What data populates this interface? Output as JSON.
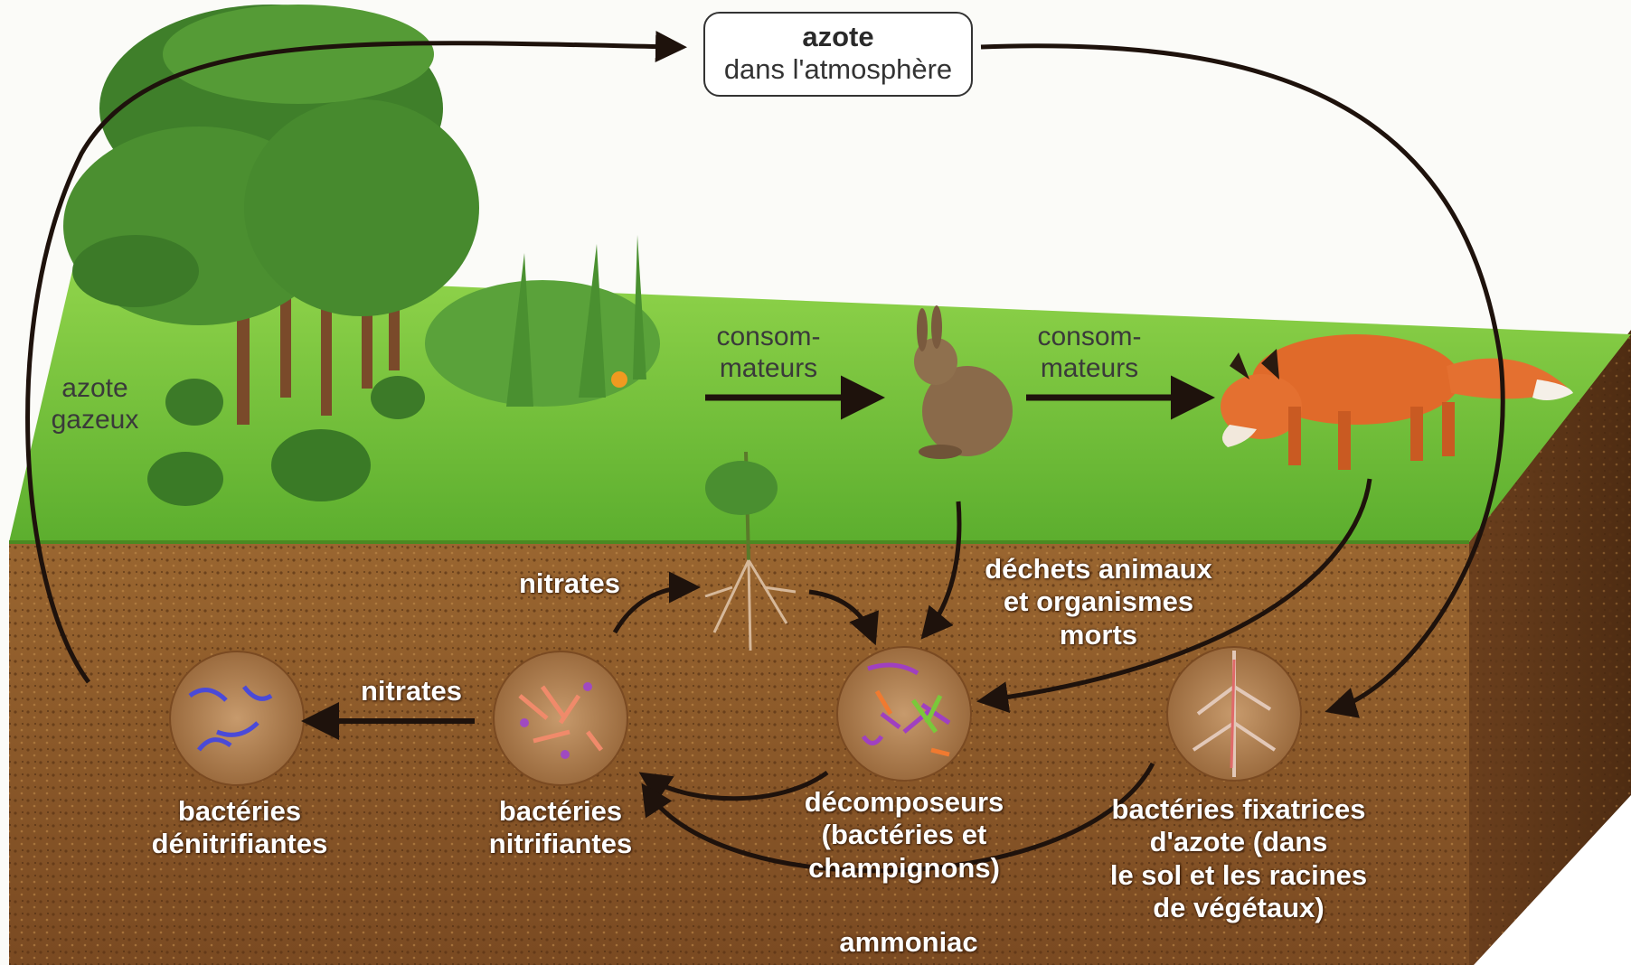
{
  "atmosphere": {
    "line1": "azote",
    "line2": "dans l'atmosphère"
  },
  "labels": {
    "azote_gazeux": [
      "azote",
      "gazeux"
    ],
    "consommateurs_1": [
      "consom-",
      "mateurs"
    ],
    "consommateurs_2": [
      "consom-",
      "mateurs"
    ],
    "nitrates_top": "nitrates",
    "nitrates_left": "nitrates",
    "dechets": [
      "déchets animaux",
      "et organismes",
      "morts"
    ],
    "denitrifiantes": [
      "bactéries",
      "dénitrifiantes"
    ],
    "nitrifiantes": [
      "bactéries",
      "nitrifiantes"
    ],
    "decomposeurs": [
      "décomposeurs",
      "(bactéries et",
      "champignons)"
    ],
    "fixatrices": [
      "bactéries fixatrices",
      "d'azote (dans",
      "le sol et les racines",
      "de végétaux)"
    ],
    "ammoniac": "ammoniac"
  },
  "colors": {
    "grass": "#6fbf3a",
    "soil": "#8a5a2a",
    "arrow": "#2a1a12",
    "fox": "#e06a2a",
    "rabbit": "#8a6a4a"
  }
}
